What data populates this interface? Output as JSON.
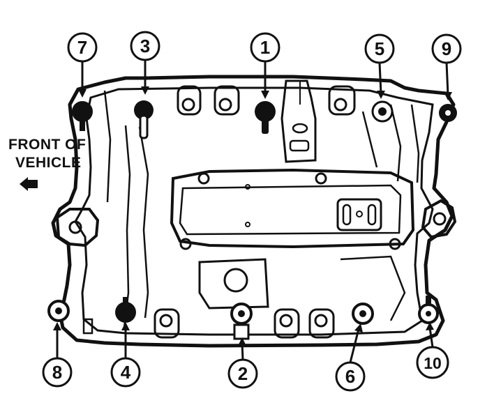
{
  "front_label": {
    "line1": "FRONT OF",
    "line2": "VEHICLE"
  },
  "bolts": [
    {
      "id": "bolt-1",
      "label": "1"
    },
    {
      "id": "bolt-2",
      "label": "2"
    },
    {
      "id": "bolt-3",
      "label": "3"
    },
    {
      "id": "bolt-4",
      "label": "4"
    },
    {
      "id": "bolt-5",
      "label": "5"
    },
    {
      "id": "bolt-6",
      "label": "6"
    },
    {
      "id": "bolt-7",
      "label": "7"
    },
    {
      "id": "bolt-8",
      "label": "8"
    },
    {
      "id": "bolt-9",
      "label": "9"
    },
    {
      "id": "bolt-10",
      "label": "10"
    }
  ]
}
